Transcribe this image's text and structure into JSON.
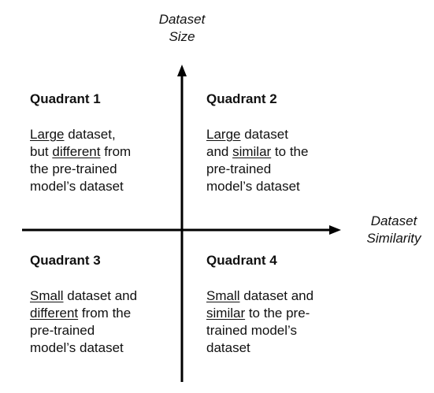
{
  "axes": {
    "y_title_line1": "Dataset",
    "y_title_line2": "Size",
    "x_title_line1": "Dataset",
    "x_title_line2": "Similarity"
  },
  "quadrants": {
    "q1": {
      "title": "Quadrant 1",
      "line1_u": "Large",
      "line1_rest": " dataset,",
      "line2_pre": "but ",
      "line2_u": "different",
      "line2_post": " from",
      "line3": "the pre-trained",
      "line4": "model’s dataset"
    },
    "q2": {
      "title": "Quadrant 2",
      "line1_u": "Large",
      "line1_rest": " dataset",
      "line2_pre": "and ",
      "line2_u": "similar",
      "line2_post": " to the",
      "line3": "pre-trained",
      "line4": "model’s dataset"
    },
    "q3": {
      "title": "Quadrant 3",
      "line1_u": "Small",
      "line1_rest": " dataset and",
      "line2_u": "different",
      "line2_post": " from the",
      "line3": "pre-trained",
      "line4": "model’s dataset"
    },
    "q4": {
      "title": "Quadrant 4",
      "line1_u": "Small",
      "line1_rest": " dataset and",
      "line2_u": "similar",
      "line2_post": " to the pre-",
      "line3": "trained model’s",
      "line4": "dataset"
    }
  }
}
